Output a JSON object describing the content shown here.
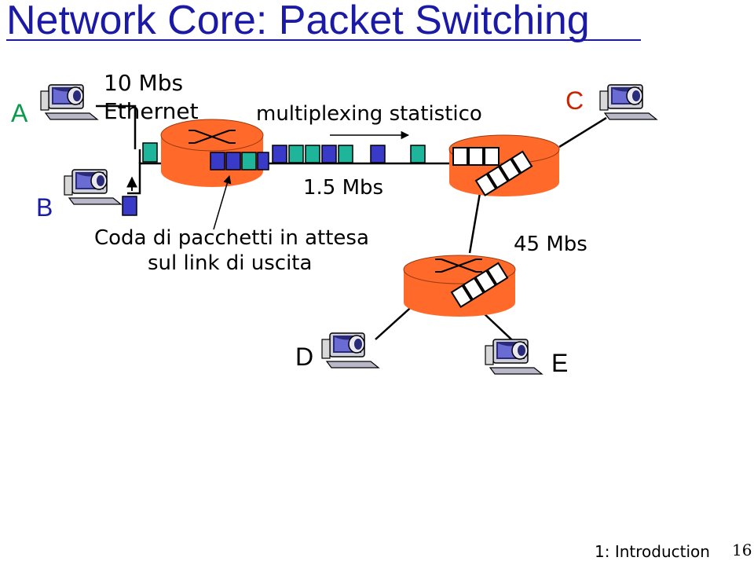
{
  "title": "Network Core: Packet Switching",
  "hosts": {
    "a": "A",
    "b": "B",
    "c": "C",
    "d": "D",
    "e": "E"
  },
  "link_ethernet": {
    "line1": "10 Mbs",
    "line2": "Ethernet"
  },
  "link_stat_mux": "multiplexing statistico",
  "link_15": "1.5 Mbs",
  "link_45": "45 Mbs",
  "queue_note": {
    "line1": "Coda di pacchetti in attesa",
    "line2": "sul link di uscita"
  },
  "footer": {
    "chapter": "1: Introduction",
    "page": "16"
  },
  "colors": {
    "title": "#1a1aa6",
    "router": "#ff6a2a",
    "packet_teal": "#1fb59a",
    "packet_blue": "#3a3ac8",
    "host_a": "#0a9a4a",
    "host_c": "#cc2200"
  }
}
